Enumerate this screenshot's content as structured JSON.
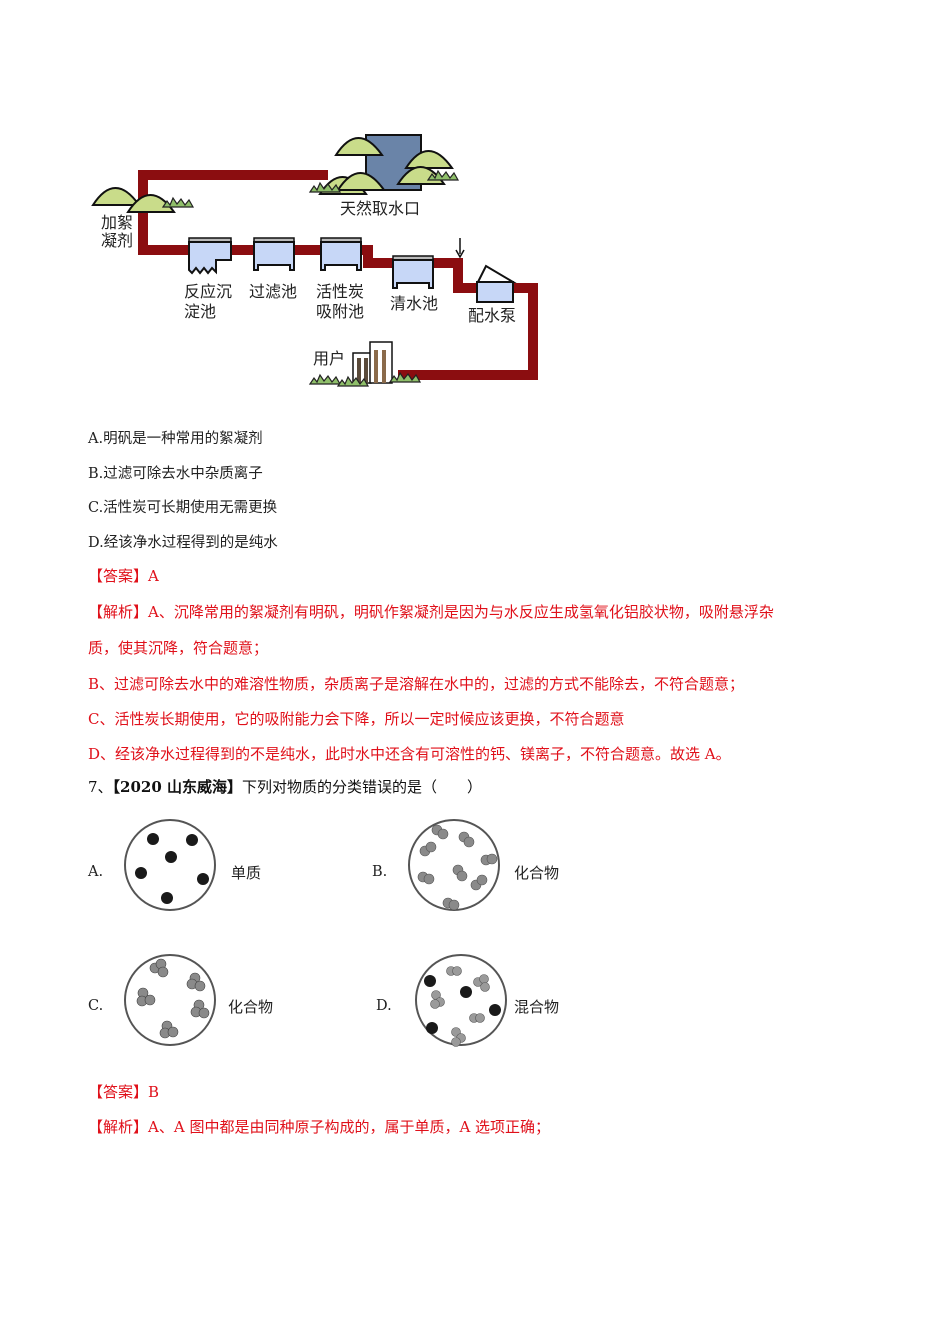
{
  "diagram": {
    "labels": {
      "source": "天然取水口",
      "coagulant_line1": "加絮",
      "coagulant_line2": "凝剂",
      "sedimentation_line1": "反应沉",
      "sedimentation_line2": "淀池",
      "filter": "过滤池",
      "carbon_line1": "活性炭",
      "carbon_line2": "吸附池",
      "clear_water": "清水池",
      "pump": "配水泵",
      "user": "用户"
    },
    "colors": {
      "pipe": "#8b0d10",
      "tank": "#c7d7f7",
      "reservoir": "#6a84a8",
      "bush": "#c9dc8a"
    }
  },
  "q6": {
    "options": [
      "A.明矾是一种常用的絮凝剂",
      "B.过滤可除去水中杂质离子",
      "C.活性炭可长期使用无需更换",
      "D.经该净水过程得到的是纯水"
    ],
    "answer_tag": "【答案】",
    "answer": "A",
    "analysis_tag": "【解析】",
    "analysis": [
      "A、沉降常用的絮凝剂有明矾，明矾作絮凝剂是因为与水反应生成氢氧化铝胶状物，吸附悬浮杂",
      "质，使其沉降，符合题意；",
      "B、过滤可除去水中的难溶性物质，杂质离子是溶解在水中的，过滤的方式不能除去，不符合题意；",
      "C、活性炭长期使用，它的吸附能力会下降，所以一定时候应该更换，不符合题意",
      "D、经该净水过程得到的不是纯水，此时水中还含有可溶性的钙、镁离子，不符合题意。故选 A。"
    ]
  },
  "q7": {
    "number": "7、",
    "source": "【2020 山东威海】",
    "stem": "下列对物质的分类错误的是（　　）",
    "choices": [
      {
        "label": "A.",
        "text": "单质"
      },
      {
        "label": "B.",
        "text": "化合物"
      },
      {
        "label": "C.",
        "text": "化合物"
      },
      {
        "label": "D.",
        "text": "混合物"
      }
    ],
    "answer_tag": "【答案】",
    "answer": "B",
    "analysis_tag": "【解析】",
    "analysis": [
      "A、A 图中都是由同种原子构成的，属于单质，A 选项正确；"
    ]
  }
}
